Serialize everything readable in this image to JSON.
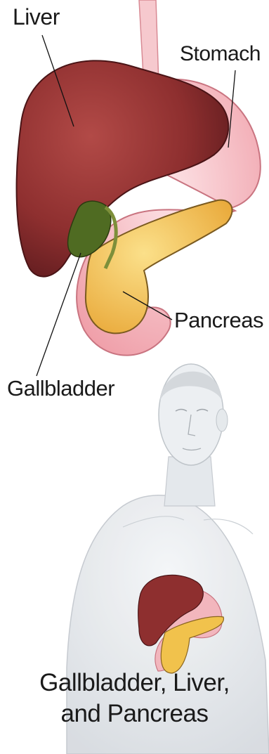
{
  "labels": {
    "liver": "Liver",
    "stomach": "Stomach",
    "pancreas": "Pancreas",
    "gallbladder": "Gallbladder"
  },
  "caption": {
    "line1": "Gallbladder, Liver,",
    "line2": "and Pancreas"
  },
  "colors": {
    "liver": "#8a2e2e",
    "stomach": "#f2b6bd",
    "pancreas": "#f3c24a",
    "gallbladder": "#4a6a1e",
    "skin": "#e9ecef",
    "background": "#ffffff"
  }
}
